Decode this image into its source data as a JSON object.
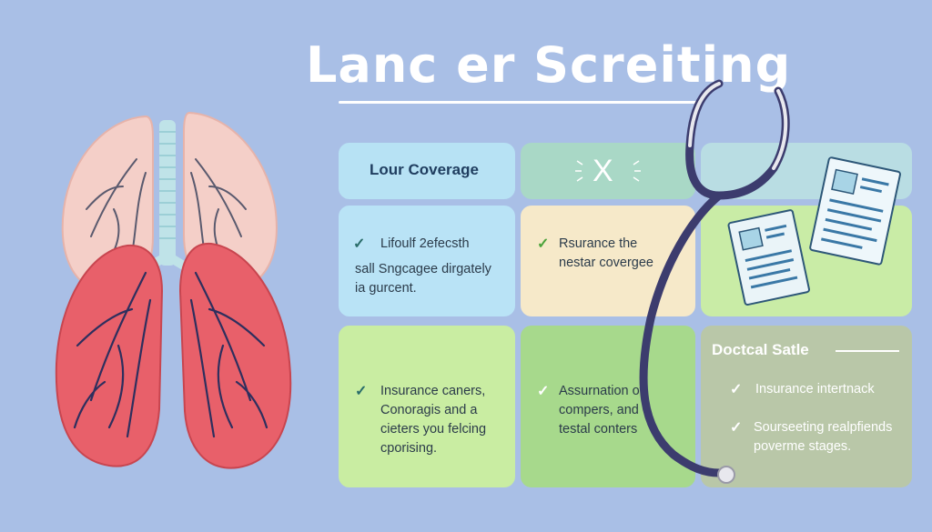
{
  "title": "Lanc er Screiting",
  "cards": {
    "header_1": "Lour Coverage",
    "header_2": "X",
    "blue": {
      "line1": "Lifoulf 2efecsth",
      "line2": "sall Sngcagee dirgately",
      "line3": "ia gurcent."
    },
    "peach": {
      "line1": "Rsurance the",
      "line2": "nestar covergee"
    },
    "green1": {
      "line1": "Insurance caners,",
      "line2": "Conoragis and a",
      "line3": "cieters you felcing",
      "line4": "cporising."
    },
    "green2": {
      "line1": "Assurnation of",
      "line2": "compers, and",
      "line3": "testal conters"
    },
    "olive": {
      "header": "Doctcal Satle",
      "item1": "Insurance intertnack",
      "item2_line1": "Sourseeting realpfiends",
      "item2_line2": "poverme stages."
    }
  },
  "icons": {
    "check": "✓"
  },
  "colors": {
    "background": "#a9bfe6",
    "lung_upper": "#f4cfc8",
    "lung_lower": "#e8606a",
    "stethoscope": "#3c3c6e"
  }
}
